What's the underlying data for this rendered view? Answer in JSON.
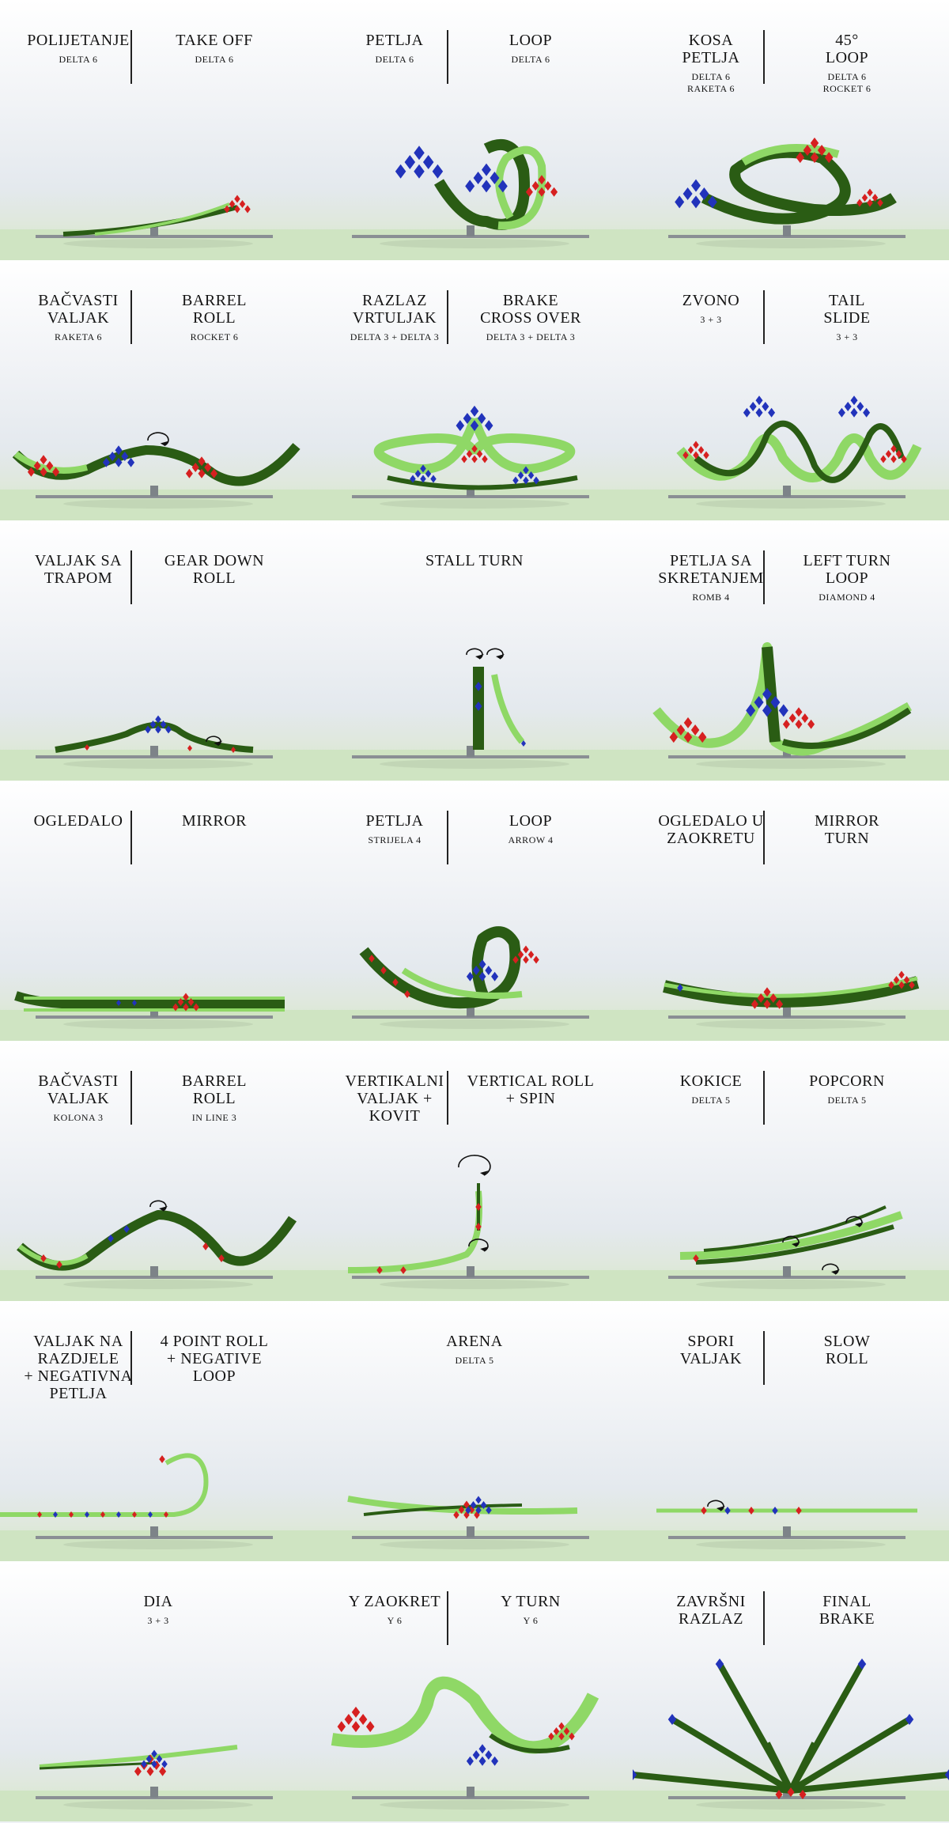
{
  "colors": {
    "light_green": "#8fd866",
    "dark_green": "#2a5c14",
    "red": "#d62020",
    "blue": "#2233bb",
    "ground": "#cfe4c2",
    "runway": "#8a8f94"
  },
  "figures": [
    {
      "id": "take-off",
      "left_title": "POLIJETANJE",
      "left_sub": "DELTA 6",
      "right_title": "TAKE OFF",
      "right_sub": "DELTA 6",
      "icons": [
        "ribbon-path",
        "red-diamond-formation"
      ]
    },
    {
      "id": "loop-delta",
      "left_title": "PETLJA",
      "left_sub": "DELTA 6",
      "right_title": "LOOP",
      "right_sub": "DELTA 6",
      "icons": [
        "loop-ribbon",
        "blue-diamond-formation",
        "red-diamond-formation"
      ]
    },
    {
      "id": "45-loop",
      "left_title": "KOSA\nPETLJA",
      "left_sub": "DELTA 6\nRAKETA 6",
      "right_title": "45°\nLOOP",
      "right_sub": "DELTA 6\nROCKET 6",
      "icons": [
        "tilted-loop-ribbon",
        "red-diamond-formation",
        "blue-diamond-formation"
      ]
    },
    {
      "id": "barrel-roll-rocket",
      "left_title": "BAČVASTI\nVALJAK",
      "left_sub": "RAKETA 6",
      "right_title": "BARREL\nROLL",
      "right_sub": "ROCKET 6",
      "icons": [
        "wave-ribbon",
        "roll-arrow-icon",
        "red-diamond-formation",
        "blue-diamond-formation"
      ]
    },
    {
      "id": "brake-cross-over",
      "left_title": "RAZLAZ\nVRTULJAK",
      "left_sub": "DELTA 3 + DELTA 3",
      "right_title": "BRAKE\nCROSS OVER",
      "right_sub": "DELTA 3 + DELTA 3",
      "icons": [
        "split-ribbons",
        "blue-diamond-formation",
        "red-diamond-formation"
      ]
    },
    {
      "id": "tail-slide",
      "left_title": "ZVONO",
      "left_sub": "3 + 3",
      "right_title": "TAIL\nSLIDE",
      "right_sub": "3 + 3",
      "icons": [
        "crossing-ribbons",
        "blue-diamond-formation",
        "red-diamond-formation"
      ]
    },
    {
      "id": "gear-down-roll",
      "left_title": "VALJAK SA\nTRAPOM",
      "left_sub": "",
      "right_title": "GEAR DOWN\nROLL",
      "right_sub": "",
      "icons": [
        "hump-ribbon",
        "roll-arrow-icon",
        "blue-diamond-formation",
        "red-diamond-formation"
      ]
    },
    {
      "id": "stall-turn",
      "single_title": "STALL TURN",
      "icons": [
        "vertical-ribbon",
        "turn-arrow-icon",
        "blue-diamond-formation"
      ]
    },
    {
      "id": "left-turn-loop",
      "left_title": "PETLJA SA\nSKRETANJEM",
      "left_sub": "ROMB 4",
      "right_title": "LEFT TURN\nLOOP",
      "right_sub": "DIAMOND 4",
      "icons": [
        "twin-arc-ribbon",
        "red-diamond-formation",
        "blue-diamond-formation"
      ]
    },
    {
      "id": "mirror",
      "left_title": "OGLEDALO",
      "left_sub": "",
      "right_title": "MIRROR",
      "right_sub": "",
      "icons": [
        "flat-ribbons",
        "red-diamond-formation",
        "blue-diamond-formation"
      ]
    },
    {
      "id": "loop-arrow",
      "left_title": "PETLJA",
      "left_sub": "STRIJELA 4",
      "right_title": "LOOP",
      "right_sub": "ARROW 4",
      "icons": [
        "loop-ribbon",
        "red-diamond-formation",
        "blue-diamond-formation"
      ]
    },
    {
      "id": "mirror-turn",
      "left_title": "OGLEDALO U\nZAOKRETU",
      "left_sub": "",
      "right_title": "MIRROR\nTURN",
      "right_sub": "",
      "icons": [
        "curved-flat-ribbon",
        "red-diamond-formation",
        "blue-diamond-formation"
      ]
    },
    {
      "id": "barrel-roll-line",
      "left_title": "BAČVASTI\nVALJAK",
      "left_sub": "KOLONA 3",
      "right_title": "BARREL\nROLL",
      "right_sub": "IN LINE 3",
      "icons": [
        "wave-ribbon",
        "roll-arrow-icon",
        "red-diamond-formation",
        "blue-diamond-formation"
      ]
    },
    {
      "id": "vertical-roll-spin",
      "left_title": "VERTIKALNI\nVALJAK +\nKOVIT",
      "left_sub": "",
      "right_title": "VERTICAL ROLL\n+ SPIN",
      "right_sub": "",
      "icons": [
        "spiral-ribbon",
        "spin-arrow-icon",
        "red-diamond-formation"
      ]
    },
    {
      "id": "popcorn",
      "left_title": "KOKICE",
      "left_sub": "DELTA 5",
      "right_title": "POPCORN",
      "right_sub": "DELTA 5",
      "icons": [
        "fan-ribbons",
        "roll-arrow-icon",
        "red-diamond-formation"
      ]
    },
    {
      "id": "four-point-roll",
      "left_title": "VALJAK NA\nRAZDJELE\n+ NEGATIVNA\nPETLJA",
      "left_sub": "",
      "right_title": "4 POINT ROLL\n+ NEGATIVE\nLOOP",
      "right_sub": "",
      "icons": [
        "hook-ribbon",
        "red-diamond-formation",
        "blue-diamond-formation"
      ]
    },
    {
      "id": "arena",
      "single_title": "ARENA",
      "single_sub": "DELTA 5",
      "icons": [
        "flat-ribbons",
        "red-diamond-formation",
        "blue-diamond-formation"
      ]
    },
    {
      "id": "slow-roll",
      "left_title": "SPORI\nVALJAK",
      "left_sub": "",
      "right_title": "SLOW\nROLL",
      "right_sub": "",
      "icons": [
        "flat-ribbons",
        "roll-arrow-icon",
        "red-diamond-formation",
        "blue-diamond-formation"
      ]
    },
    {
      "id": "dia",
      "single_title": "DIA",
      "single_sub": "3 + 3",
      "icons": [
        "flat-ribbons",
        "red-diamond-formation",
        "blue-diamond-formation"
      ]
    },
    {
      "id": "y-turn",
      "left_title": "Y ZAOKRET",
      "left_sub": "Y 6",
      "right_title": "Y TURN",
      "right_sub": "Y 6",
      "icons": [
        "s-curve-ribbon",
        "red-diamond-formation",
        "blue-diamond-formation"
      ]
    },
    {
      "id": "final-brake",
      "left_title": "ZAVRŠNI\nRAZLAZ",
      "left_sub": "",
      "right_title": "FINAL\nBRAKE",
      "right_sub": "",
      "icons": [
        "burst-ribbons",
        "blue-diamond-formation",
        "red-diamond-formation"
      ]
    }
  ]
}
